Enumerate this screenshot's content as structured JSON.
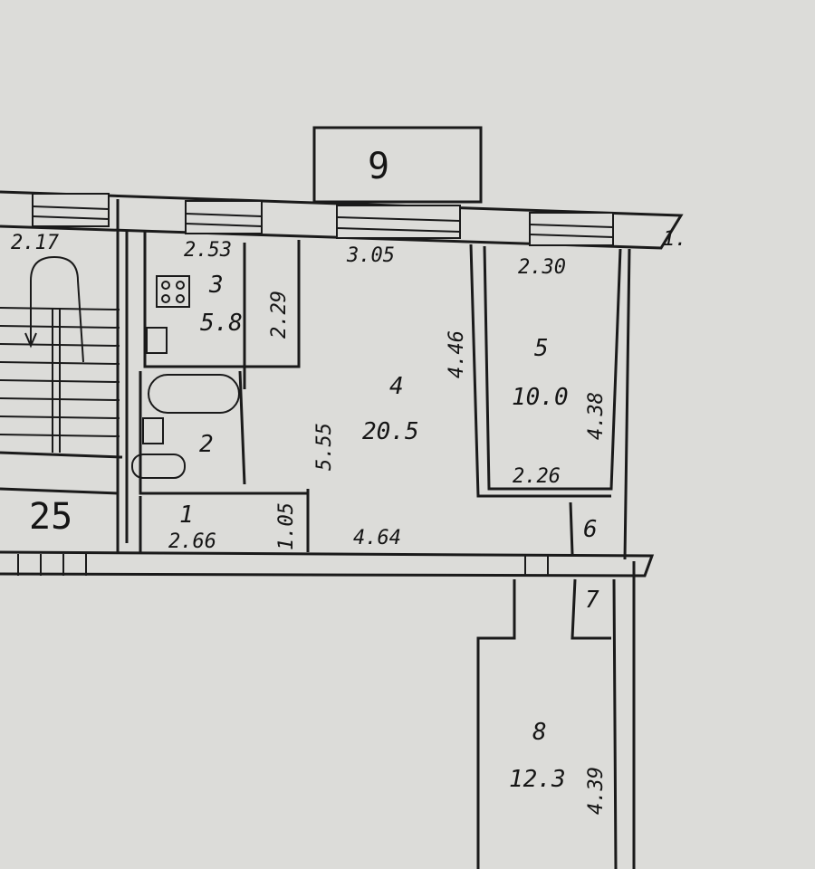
{
  "plan": {
    "balcony": {
      "number": "9"
    },
    "stairs": {
      "number": "25",
      "width": "2.17"
    },
    "rooms": [
      {
        "number": "1",
        "width": "2.66",
        "depth": "1.05"
      },
      {
        "number": "2"
      },
      {
        "number": "3",
        "area": "5.8",
        "width": "2.53",
        "depth": "2.29"
      },
      {
        "number": "4",
        "area": "20.5",
        "width": "3.05",
        "depth": "5.55",
        "side": "4.46",
        "bottom": "4.64"
      },
      {
        "number": "5",
        "area": "10.0",
        "width": "2.30",
        "depth": "4.38",
        "bottom": "2.26"
      },
      {
        "number": "6"
      },
      {
        "number": "7"
      },
      {
        "number": "8",
        "area": "12.3",
        "depth": "4.39"
      }
    ],
    "marker": "1."
  }
}
